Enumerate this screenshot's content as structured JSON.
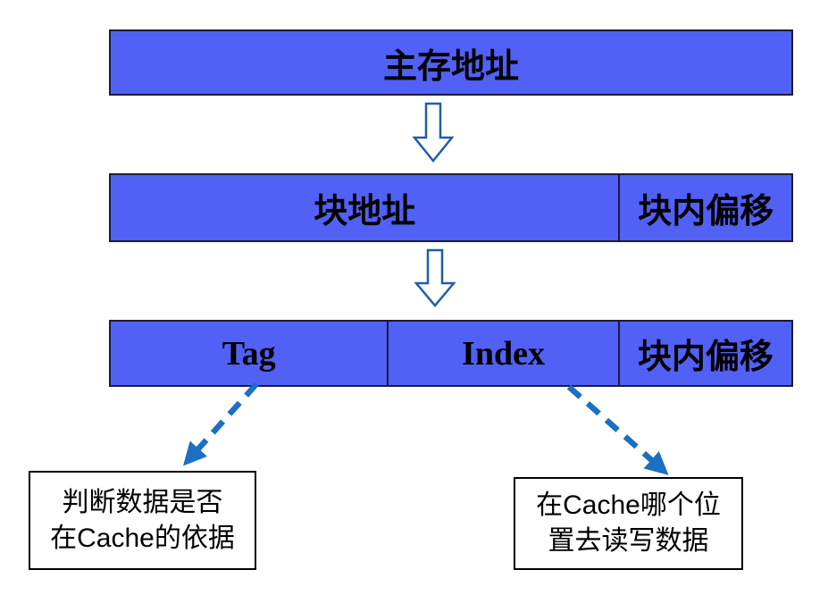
{
  "diagram": {
    "bar1": {
      "label": "主存地址"
    },
    "bar2": {
      "cells": [
        {
          "label": "块地址"
        },
        {
          "label": "块内偏移"
        }
      ]
    },
    "bar3": {
      "cells": [
        {
          "label": "Tag"
        },
        {
          "label": "Index"
        },
        {
          "label": "块内偏移"
        }
      ]
    },
    "note_tag": {
      "line1": "判断数据是否",
      "line2": "在Cache的依据"
    },
    "note_index": {
      "line1": "在Cache哪个位",
      "line2": "置去读写数据"
    },
    "colors": {
      "bar_fill": "#5161f5",
      "bar_border": "#1b1b35",
      "hollow_arrow_stroke": "#1e5fa4",
      "hollow_arrow_fill": "#ffffff",
      "dashed_arrow": "#1b6fc4",
      "note_border": "#000000",
      "text": "#000000",
      "background": "#ffffff"
    }
  }
}
